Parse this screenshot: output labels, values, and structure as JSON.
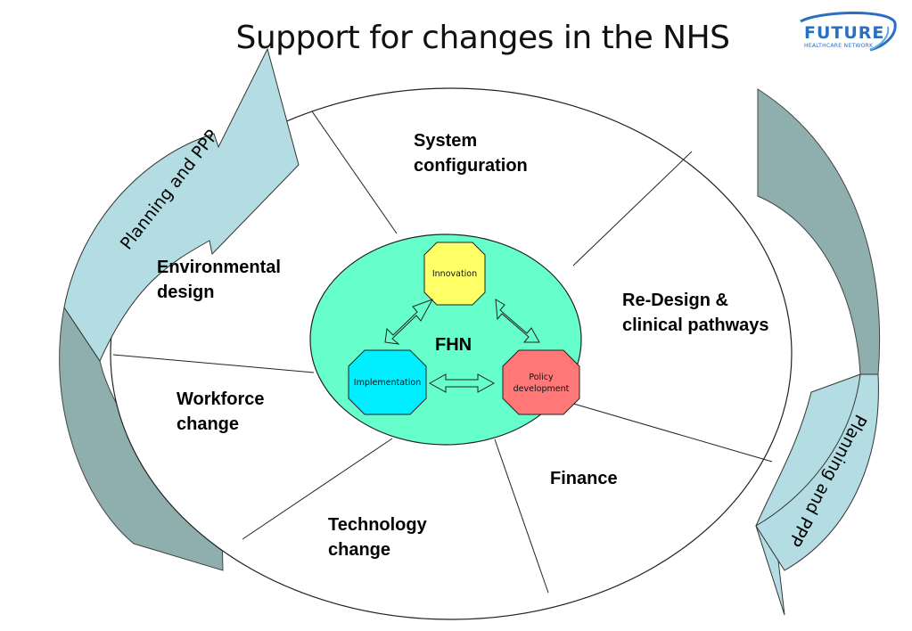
{
  "title": "Support for changes in the NHS",
  "logo": {
    "main": "FUTURE",
    "sub": "HEALTHCARE NETWORK"
  },
  "center": "FHN",
  "octagons": {
    "innovation": "Innovation",
    "implementation": "Implementation",
    "policy_line1": "Policy",
    "policy_line2": "development"
  },
  "segments": {
    "system_1": "System",
    "system_2": "configuration",
    "redesign_1": "Re-Design &",
    "redesign_2": "clinical pathways",
    "finance": "Finance",
    "technology_1": "Technology",
    "technology_2": "change",
    "workforce_1": "Workforce",
    "workforce_2": "change",
    "environmental_1": "Environmental",
    "environmental_2": "design"
  },
  "arrows": {
    "left": "Planning and PPP",
    "right": "Planning and PPP"
  },
  "colors": {
    "arrow_light": "#b3dde3",
    "arrow_dark": "#8fafae",
    "center_ellipse": "#66ffcc",
    "innovation": "#ffff66",
    "implementation": "#00eeff",
    "policy": "#ff7777"
  }
}
